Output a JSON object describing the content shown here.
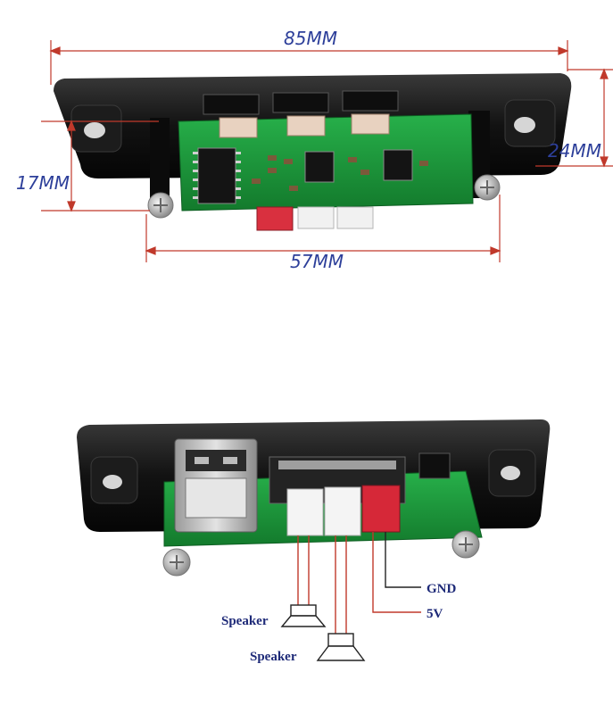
{
  "dimensions": {
    "width_total": "85MM",
    "height_total": "24MM",
    "pcb_height": "17MM",
    "pcb_width": "57MM"
  },
  "wiring": {
    "gnd": "GND",
    "v5": "5V",
    "speaker_1": "Speaker",
    "speaker_2": "Speaker"
  },
  "colors": {
    "dimension_line": "#c0392b",
    "dimension_text": "#2d3f9a",
    "wire": "#c0392b",
    "gnd_wire": "#222222",
    "label_text": "#1e2a78",
    "pcb": "#1f9a3c",
    "bezel": "#111111"
  }
}
